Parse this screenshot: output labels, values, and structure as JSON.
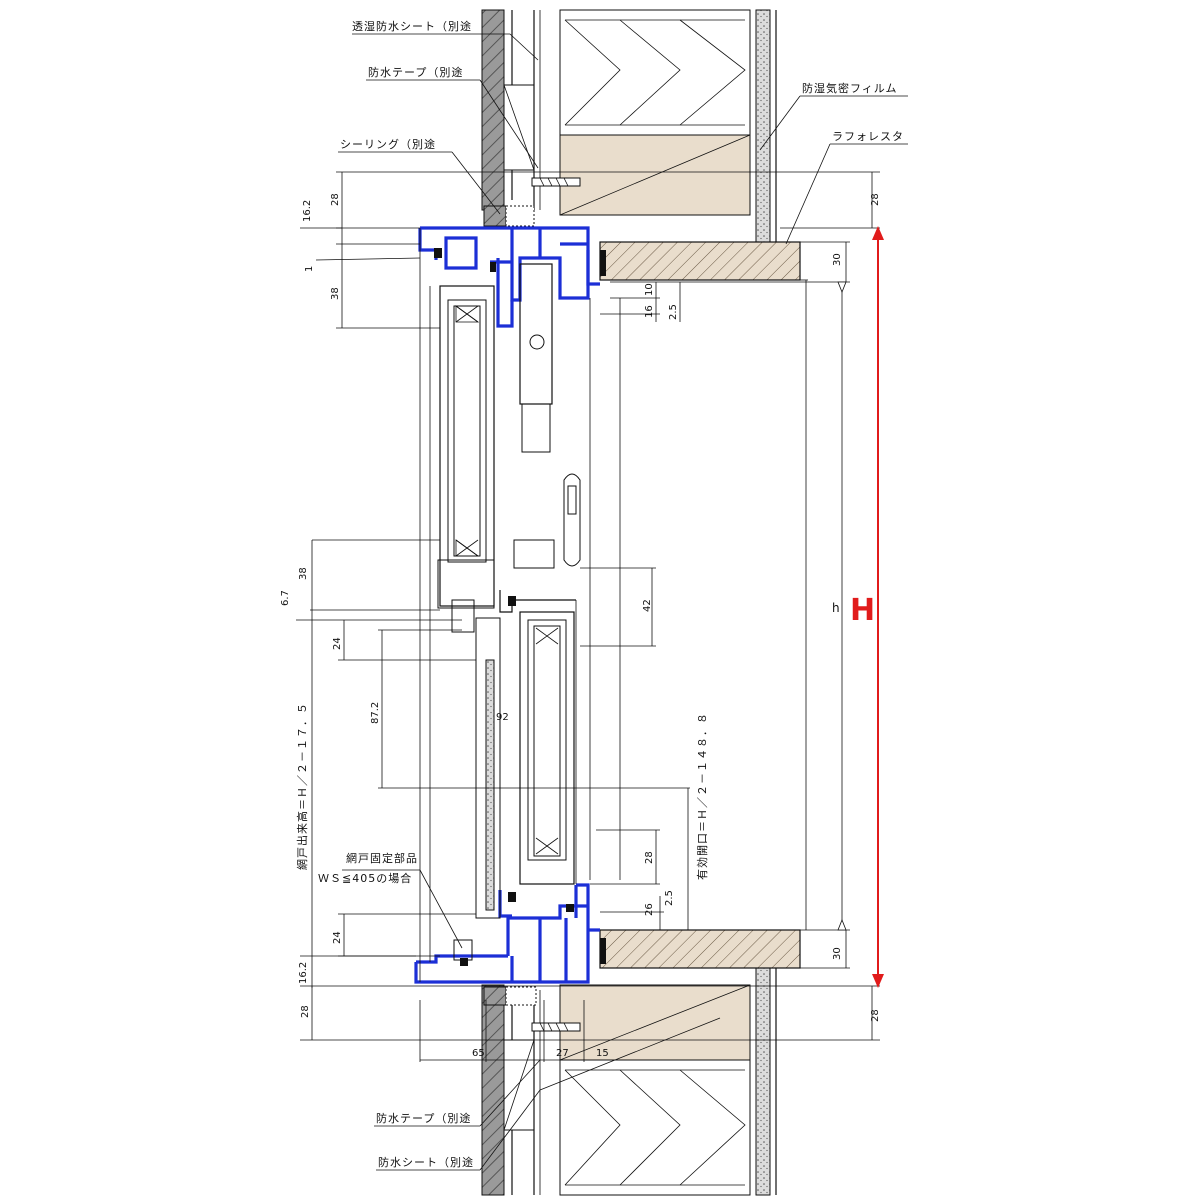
{
  "labels": {
    "moisture_sheet": "透湿防水シート（別途",
    "waterproof_tape_top": "防水テープ（別途",
    "sealing": "シーリング（別途",
    "vapor_film": "防湿気密フィルム",
    "laforesta": "ラフォレスタ",
    "screen_fix_part": "網戸固定部品",
    "screen_fix_cond": "ＷＳ≦405の場合",
    "waterproof_tape_bottom": "防水テープ（別途",
    "waterproof_sheet_bottom": "防水シート（別途",
    "screen_height": "網戸出来高＝Ｈ／２－１７．５",
    "effective_opening": "有効開口＝Ｈ／２－１４８．８",
    "big_h": "H",
    "small_h": "h"
  },
  "dimensions": {
    "top_28_left": "28",
    "top_162": "16.2",
    "top_1": "1",
    "top_38": "38",
    "top_28_right": "28",
    "top_30": "30",
    "top_10": "10",
    "top_16": "16",
    "top_25": "2.5",
    "mid_38": "38",
    "mid_67": "6.7",
    "mid_24": "24",
    "mid_872": "87.2",
    "mid_92": "92",
    "mid_42": "42",
    "low_28": "28",
    "low_26": "26",
    "low_25": "2.5",
    "low_24": "24",
    "bot_162": "16.2",
    "bot_28_left": "28",
    "bot_30": "30",
    "bot_28_right": "28",
    "bot_65": "65",
    "bot_27": "27",
    "bot_15": "15"
  },
  "colors": {
    "frame_blue": "#1c2fd6",
    "dimension_red": "#e11b1b",
    "wood": "#e9ddcc",
    "insulation": "#ffffff",
    "board": "#d6d6d6"
  }
}
